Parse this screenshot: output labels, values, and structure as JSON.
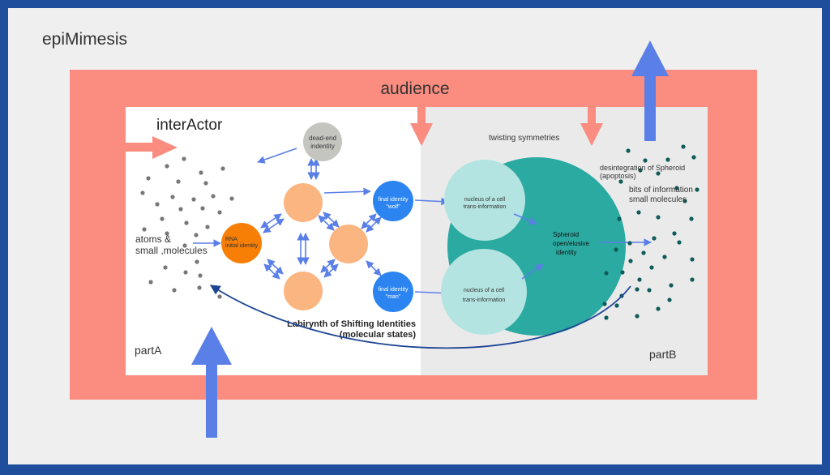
{
  "title": "epiMimesis",
  "audience": "audience",
  "interactor": "interActor",
  "twisting": "twisting symmetries",
  "dead_end": [
    "dead-end",
    "indentity"
  ],
  "rna": [
    "RNA",
    "initial identity"
  ],
  "final_wolf": [
    "final identity",
    "\"wolf\""
  ],
  "final_man": [
    "final identity",
    "\"man\""
  ],
  "atoms": [
    "atoms &",
    "small ,molecules"
  ],
  "labyrinth": [
    "Labirynth of Shifting Identities",
    "(molecular states)"
  ],
  "nucleus": [
    "nucleus of a cell",
    "trans-information"
  ],
  "spheroid": [
    "Spheroid",
    "open/elusive",
    "identity"
  ],
  "disintegration": [
    "desintegration of Spheroid",
    "(apoptosis)"
  ],
  "bits": [
    "bits of information",
    "small molecules"
  ],
  "partA": "partA",
  "partB": "partB",
  "colors": {
    "frame": "#1f4f9c",
    "canvas": "#efefef",
    "salmon": "#fa8c80",
    "orange_node": "#fbb580",
    "rna_node": "#f77f05",
    "blue_node": "#2b84ef",
    "teal": "#2aaaa0",
    "light_teal": "#b3e4e1",
    "grey_node": "#c5c5c0",
    "arrow_blue": "#5a7fe6",
    "dark_dot": "#0f5a5a"
  }
}
